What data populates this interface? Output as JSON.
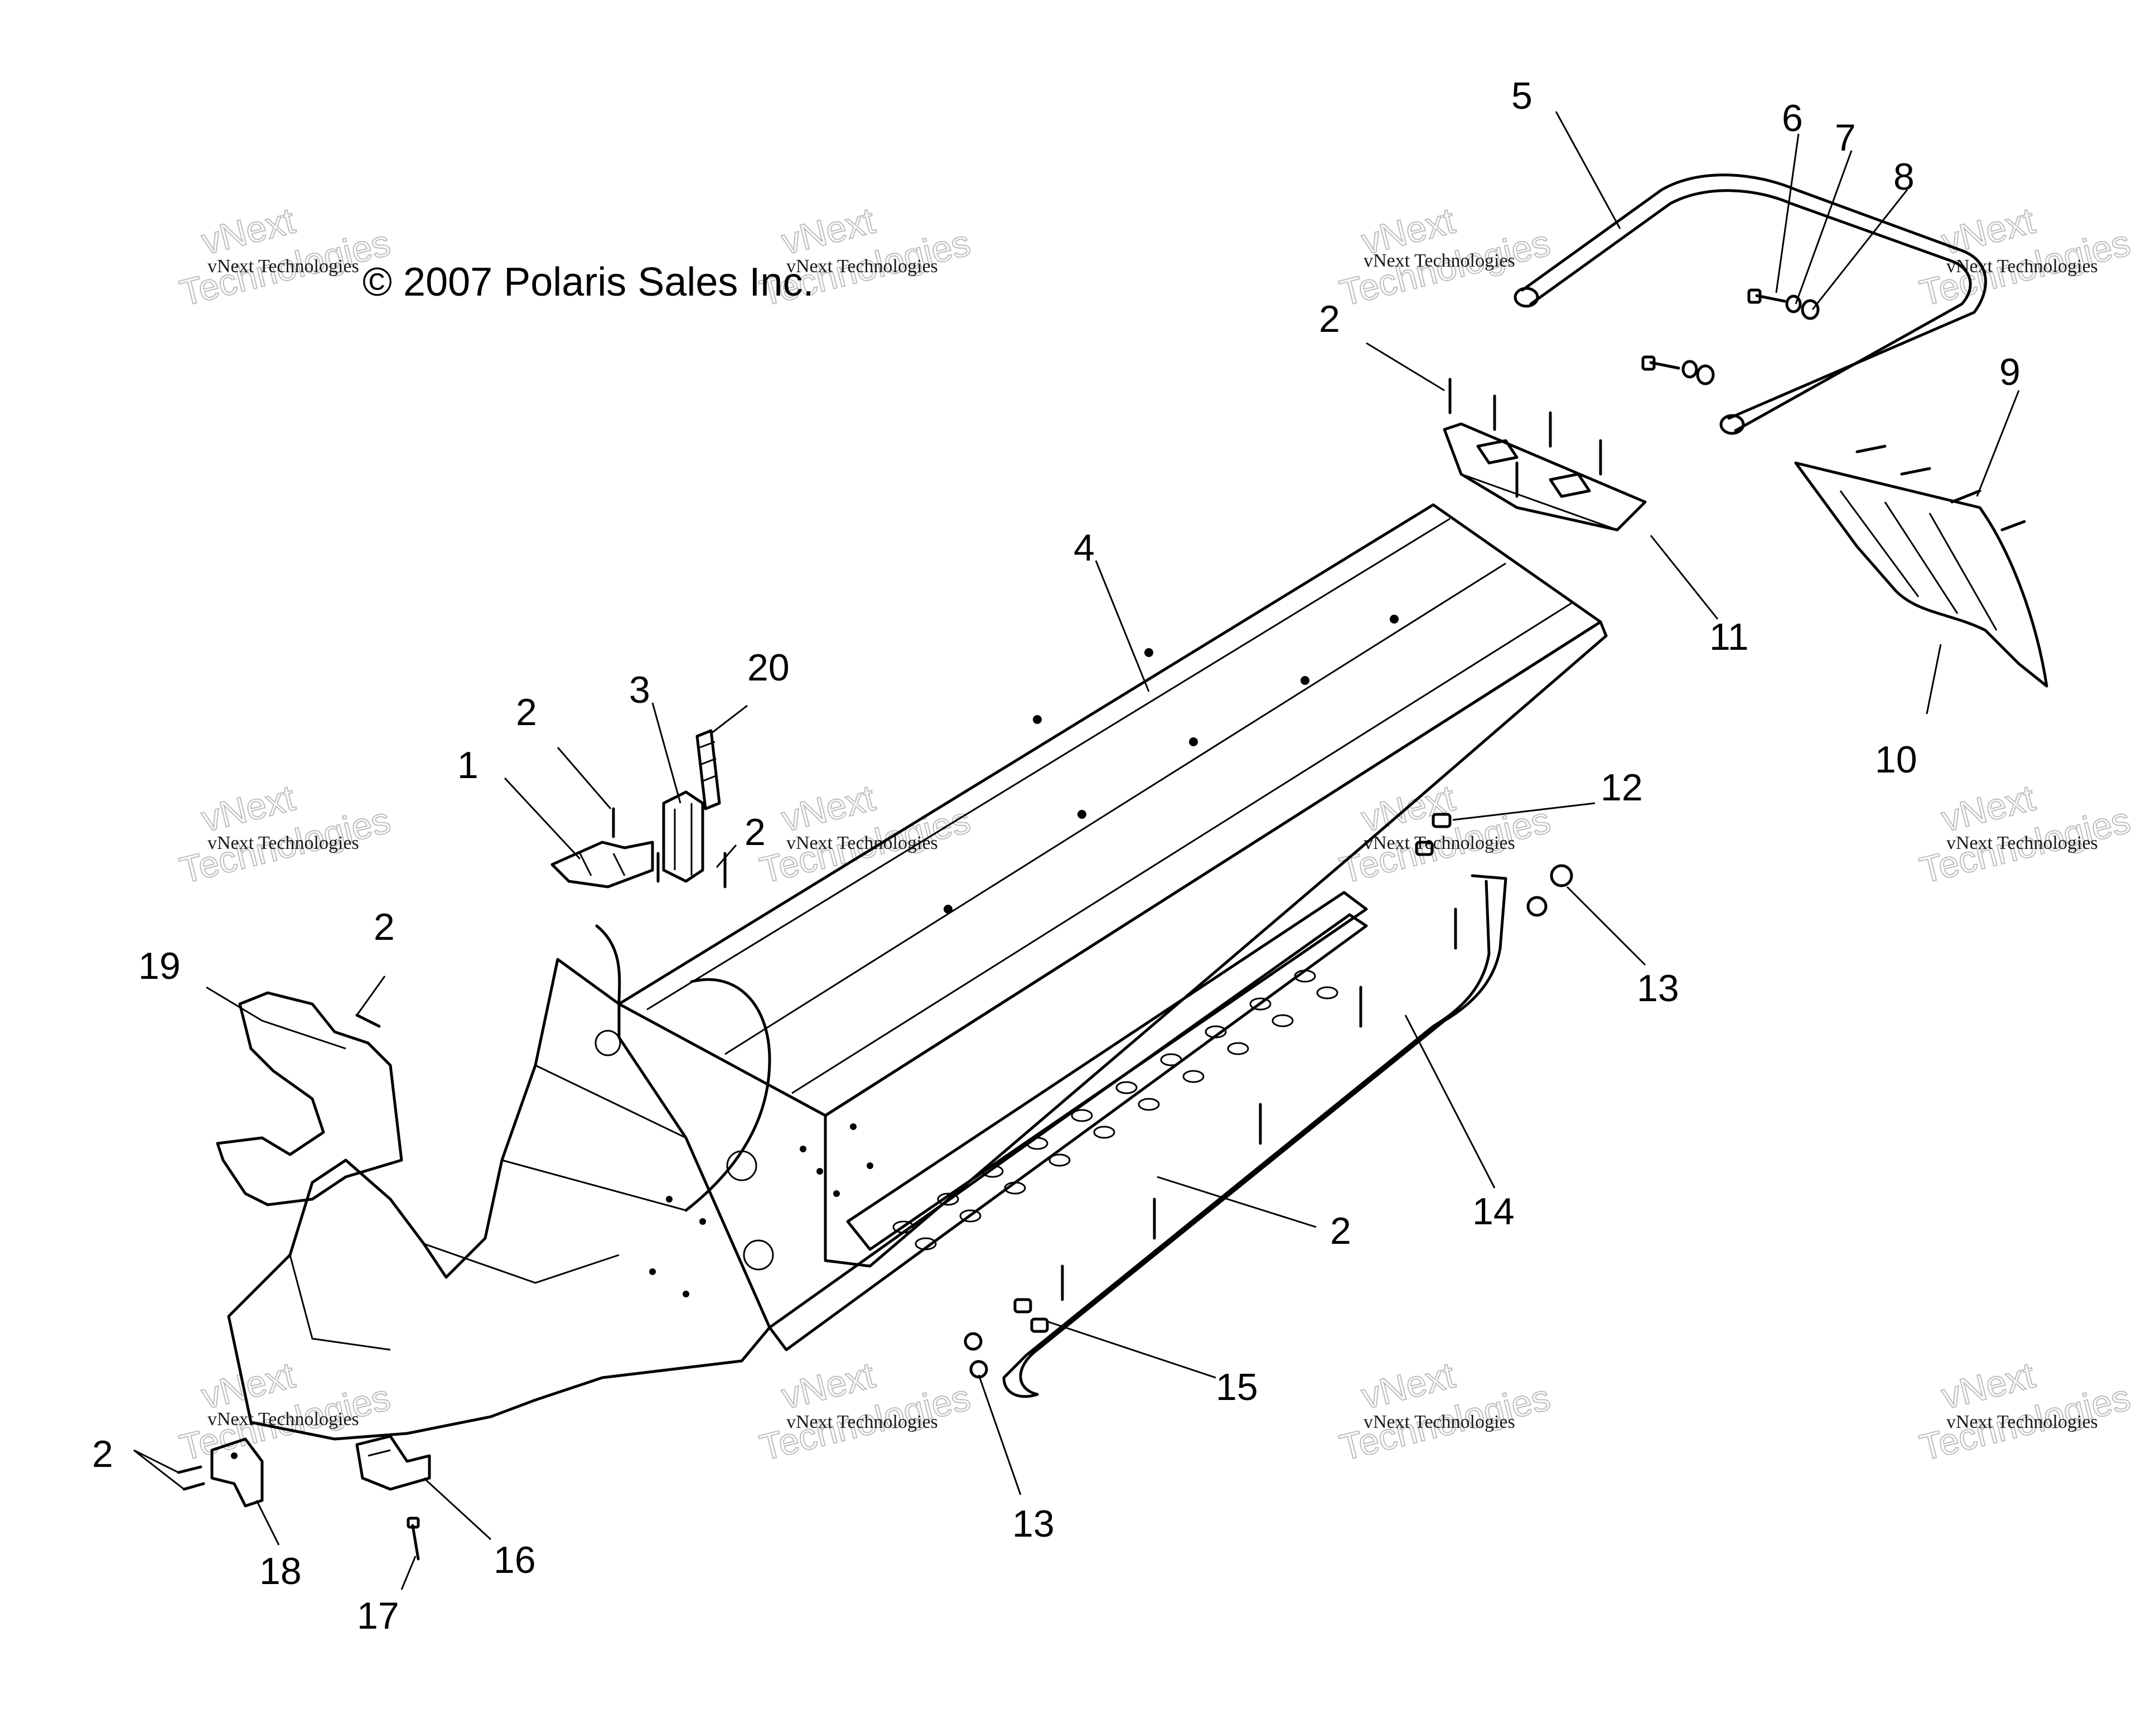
{
  "copyright": "© 2007 Polaris Sales Inc.",
  "watermark": {
    "line1": "vNext Technologies",
    "line2": "vNext",
    "line3": "Technologies"
  },
  "callouts": {
    "c1": "1",
    "c2": "2",
    "c3": "3",
    "c4": "4",
    "c5": "5",
    "c6": "6",
    "c7": "7",
    "c8": "8",
    "c9": "9",
    "c10": "10",
    "c11": "11",
    "c12": "12",
    "c13": "13",
    "c14": "14",
    "c15": "15",
    "c16": "16",
    "c17": "17",
    "c18": "18",
    "c19": "19",
    "c20": "20"
  }
}
